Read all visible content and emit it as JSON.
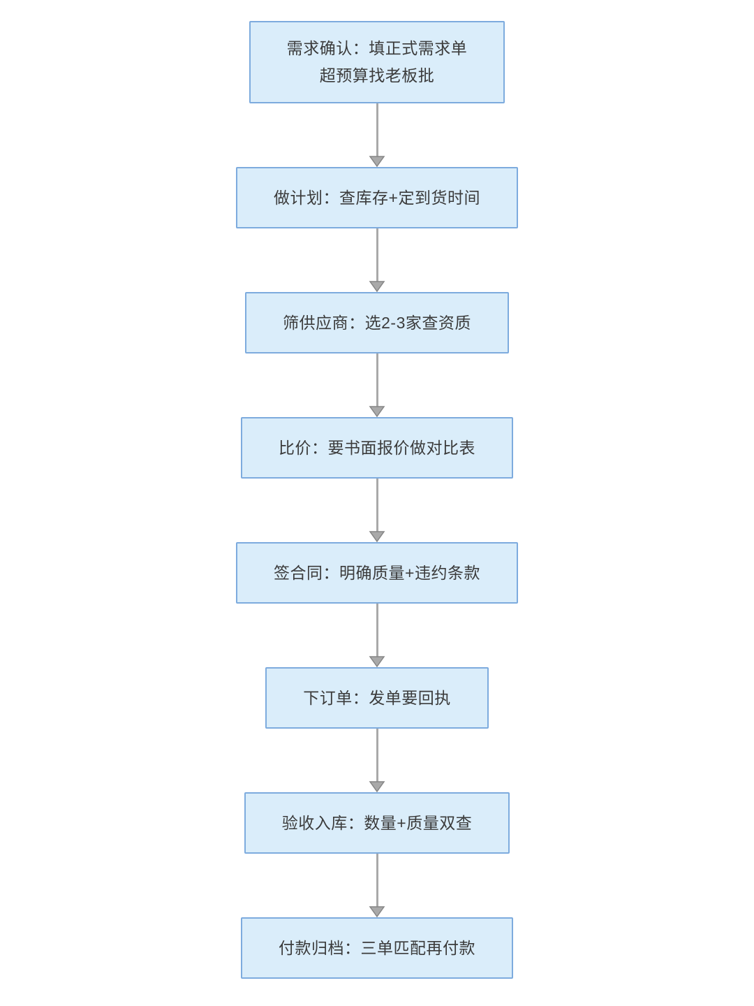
{
  "theme": {
    "page-bg": "#ffffff",
    "node-fill": "#daedfa",
    "node-border": "#7dabde",
    "node-text": "#3b3b3b",
    "arrow-color": "#a9a9a9",
    "arrow-stroke": "#868686"
  },
  "flowchart": {
    "direction": "top-down",
    "nodes": [
      {
        "id": "requirement-confirmation",
        "lines": [
          "需求确认：填正式需求单",
          "超预算找老板批"
        ]
      },
      {
        "id": "planning",
        "lines": [
          "做计划：查库存+定到货时间"
        ]
      },
      {
        "id": "supplier-screening",
        "lines": [
          "筛供应商：选2-3家查资质"
        ]
      },
      {
        "id": "price-comparison",
        "lines": [
          "比价：要书面报价做对比表"
        ]
      },
      {
        "id": "contract-signing",
        "lines": [
          "签合同：明确质量+违约条款"
        ]
      },
      {
        "id": "order-placement",
        "lines": [
          "下订单：发单要回执"
        ]
      },
      {
        "id": "receiving-inspection",
        "lines": [
          "验收入库：数量+质量双查"
        ]
      },
      {
        "id": "payment-archiving",
        "lines": [
          "付款归档：三单匹配再付款"
        ]
      }
    ]
  }
}
